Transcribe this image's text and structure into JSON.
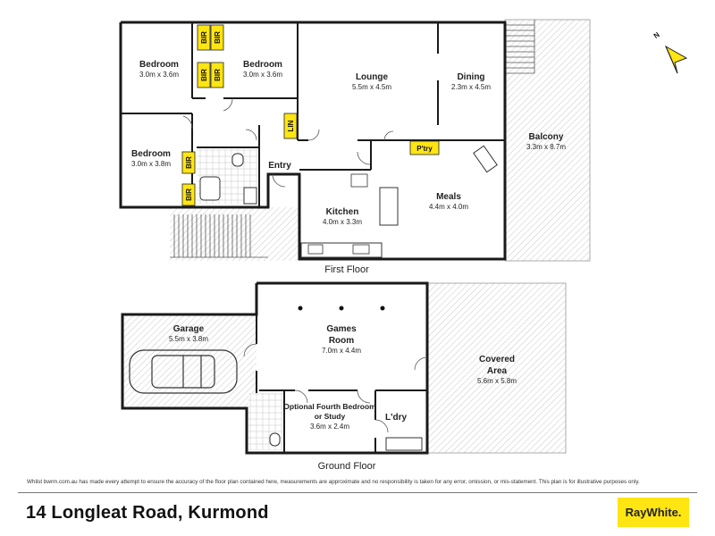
{
  "rooms": {
    "bedroom_nw": {
      "name": "Bedroom",
      "dim": "3.0m x 3.6m"
    },
    "bedroom_ne": {
      "name": "Bedroom",
      "dim": "3.0m x 3.6m"
    },
    "bedroom_w": {
      "name": "Bedroom",
      "dim": "3.0m x 3.8m"
    },
    "lounge": {
      "name": "Lounge",
      "dim": "5.5m x 4.5m"
    },
    "dining": {
      "name": "Dining",
      "dim": "2.3m x 4.5m"
    },
    "balcony": {
      "name": "Balcony",
      "dim": "3.3m x 8.7m"
    },
    "entry": {
      "name": "Entry"
    },
    "meals": {
      "name": "Meals",
      "dim": "4.4m x 4.0m"
    },
    "kitchen": {
      "name": "Kitchen",
      "dim": "4.0m x 3.3m"
    },
    "garage": {
      "name": "Garage",
      "dim": "5.5m x 3.8m"
    },
    "games": {
      "name_line1": "Games",
      "name_line2": "Room",
      "dim": "7.0m x 4.4m"
    },
    "covered": {
      "name_line1": "Covered",
      "name_line2": "Area",
      "dim": "5.6m x 5.8m"
    },
    "study": {
      "name_line1": "Optional Fourth Bedroom",
      "name_line2": "or Study",
      "dim": "3.6m x 2.4m"
    },
    "laundry": {
      "name": "L'dry"
    }
  },
  "tags": {
    "bir": "BIR",
    "lin": "LIN",
    "pantry": "P'try"
  },
  "floors": {
    "first": "First Floor",
    "ground": "Ground Floor"
  },
  "compass": {
    "letter": "N"
  },
  "footer": {
    "disclaimer": "Whilst bwrm.com.au has made every attempt to ensure the accuracy of the floor plan contained here, measurements are approximate and no responsibility is taken for any error, omission, or mis-statement. This plan is for illustrative purposes only.",
    "address": "14 Longleat Road, Kurmond",
    "brand": "RayWhite."
  },
  "colors": {
    "tag_fill": "#ffe512",
    "wall": "#1a1a1a",
    "hatch": "#bbbbbb"
  }
}
